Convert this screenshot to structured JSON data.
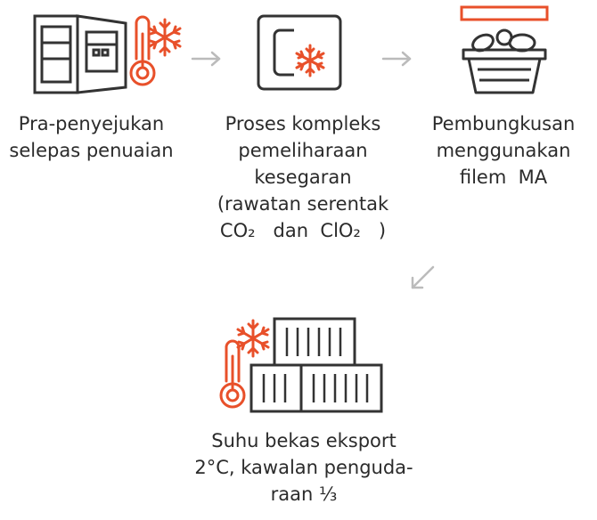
{
  "colors": {
    "line": "#333333",
    "accent": "#e8502a",
    "arrow": "#bbbbbb"
  },
  "steps": [
    {
      "icon": "open-refrigerator-thermometer-snowflake-icon",
      "lines": [
        "Pra-penyejukan",
        "selepas penuaian"
      ]
    },
    {
      "icon": "chamber-snowflake-icon",
      "lines": [
        "Proses kompleks",
        "pemeliharaan",
        "kesegaran",
        "(rawatan serentak",
        "CO₂   dan  ClO₂   )"
      ]
    },
    {
      "icon": "fruit-basket-film-icon",
      "lines": [
        "Pembungkusan",
        "menggunakan",
        "filem  MA"
      ]
    },
    {
      "icon": "cold-container-thermometer-icon",
      "lines": [
        "Suhu bekas eksport",
        "2°C, kawalan penguda-",
        "raan ⅓"
      ]
    }
  ]
}
